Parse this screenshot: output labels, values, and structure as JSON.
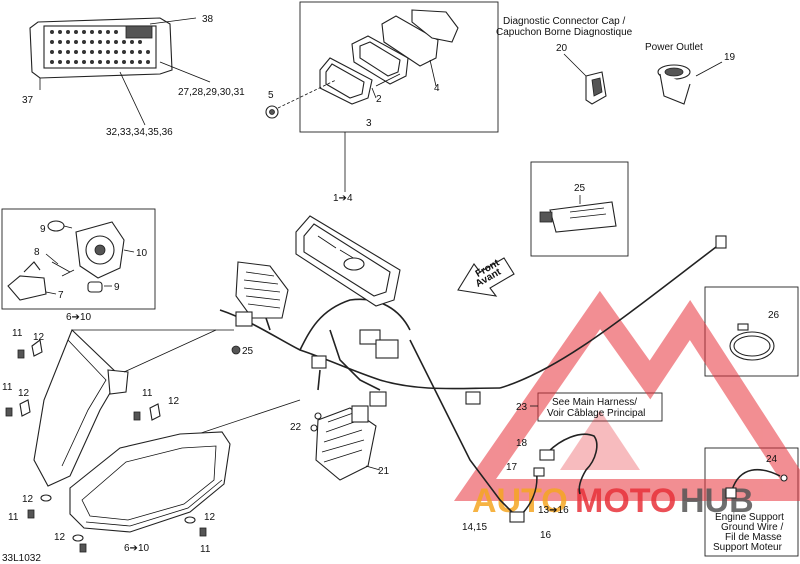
{
  "callouts": {
    "c38": "38",
    "c37": "37",
    "c27_31": "27,28,29,30,31",
    "c32_36": "32,33,34,35,36",
    "c5": "5",
    "c2": "2",
    "c3": "3",
    "c4": "4",
    "c1_4": "1➔4",
    "c20": "20",
    "c19": "19",
    "c25box": "25",
    "c9a": "9",
    "c8": "8",
    "c10": "10",
    "c7": "7",
    "c9b": "9",
    "c6_10a": "6➔10",
    "c11a": "11",
    "c12a": "12",
    "c11b": "11",
    "c12b": "12",
    "c11c": "11",
    "c12c": "12",
    "c25": "25",
    "c22": "22",
    "c21": "21",
    "c23": "23",
    "c26": "26",
    "c18": "18",
    "c17": "17",
    "c13_16": "13➔16",
    "c14_15": "14,15",
    "c16": "16",
    "c24": "24",
    "c12d": "12",
    "c11d": "11",
    "c12e": "12",
    "c12f": "12",
    "c11e": "11",
    "c6_10b": "6➔10"
  },
  "texts": {
    "diag_cap_en": "Diagnostic Connector Cap /",
    "diag_cap_fr": "Capuchon Borne Diagnostique",
    "power_outlet": "Power Outlet",
    "see_main_1": "See Main Harness/",
    "see_main_2": "Voir Câblage Principal",
    "front_1": "Front",
    "front_2": "Avant",
    "engine_1": "Engine Support",
    "engine_2": "Ground Wire /",
    "engine_3": "Fil de Masse",
    "engine_4": "Support Moteur",
    "drawing_code": "33L1032"
  },
  "watermark": {
    "auto": "AUTO",
    "moto": "MOTO",
    "hub": "HUB",
    "color_red": "#e8323a",
    "color_orange": "#f5a623",
    "color_dark": "#555555"
  }
}
